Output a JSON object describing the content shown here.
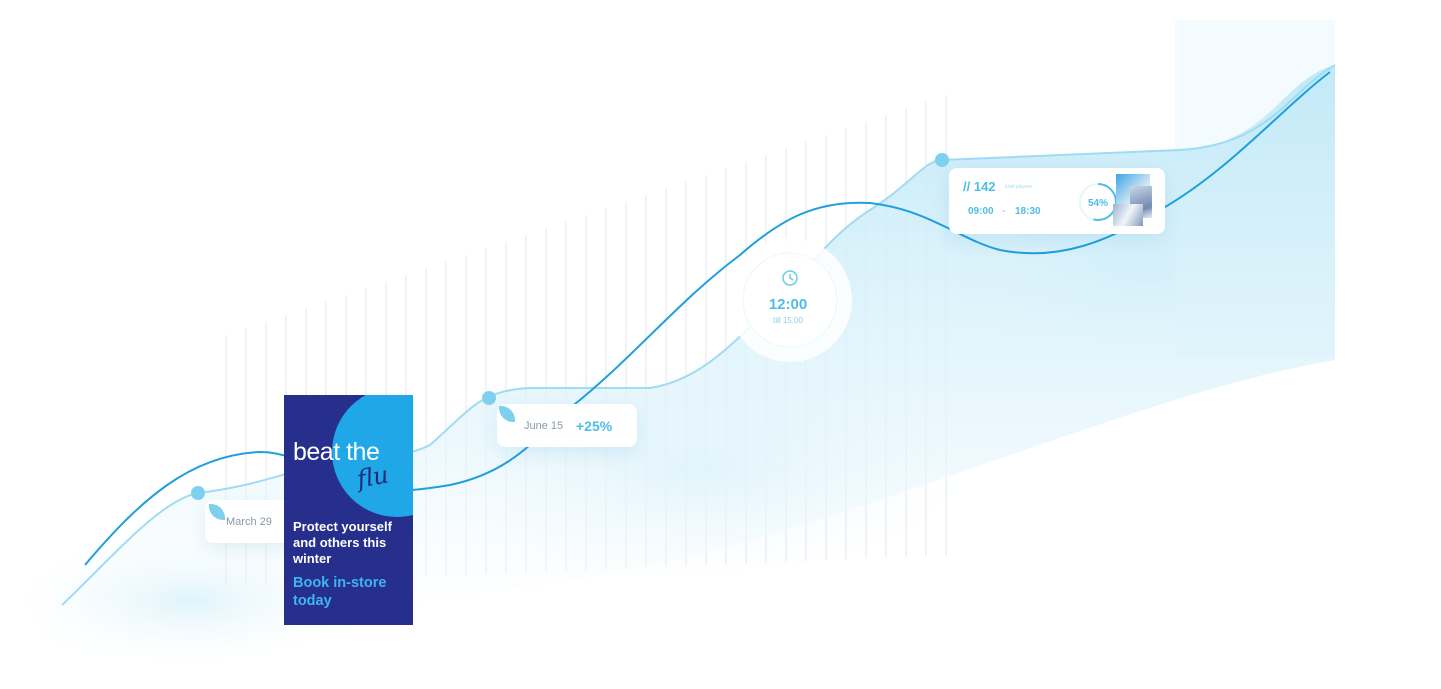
{
  "cards": {
    "march": {
      "date": "March 29"
    },
    "june": {
      "date": "June 15",
      "change": "+25%"
    },
    "clock": {
      "time": "12:00",
      "until": "till 15:00"
    },
    "stats": {
      "count": "// 142",
      "count_caption": "total players",
      "start": "09:00",
      "separator": "-",
      "end": "18:30",
      "percent": "54%",
      "percent_value": 0.54
    }
  },
  "ad": {
    "headline": "beat the",
    "script_word": "flu",
    "body": "Protect yourself and others this winter",
    "cta": "Book in-store today"
  },
  "colors": {
    "line": "#1f9fdb",
    "area": "#cfeefa",
    "ad_bg": "#262f8c",
    "ad_circle": "#1fa7e8",
    "accent": "#4fbde6"
  }
}
